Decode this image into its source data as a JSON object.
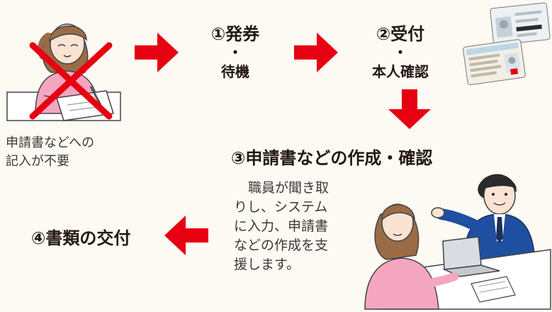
{
  "colors": {
    "arrow": "#e60012",
    "cross": "#e60012",
    "background": "#fdfaf3",
    "text": "#231815",
    "woman_top": "#f4a6c1",
    "man_suit": "#1f4fa0"
  },
  "left_note": {
    "lines": [
      "申請書などへの",
      "記入が不要"
    ]
  },
  "steps": {
    "step1": {
      "title": "①発券",
      "dot": "・",
      "sub": "待機"
    },
    "step2": {
      "title": "②受付",
      "dot": "・",
      "sub": "本人確認"
    },
    "step3": {
      "title": "③申請書などの作成・確認"
    },
    "step4": {
      "title": "④書類の交付"
    }
  },
  "description": {
    "lines": [
      "職員が聞き取",
      "りし、システム",
      "に入力、申請書",
      "などの作成を支",
      "援します。"
    ]
  },
  "icons": [
    "writing-woman-illustration",
    "cross-mark-icon",
    "id-cards-illustration",
    "staff-consultation-illustration",
    "arrow-right-icon",
    "arrow-down-icon",
    "arrow-left-icon"
  ]
}
